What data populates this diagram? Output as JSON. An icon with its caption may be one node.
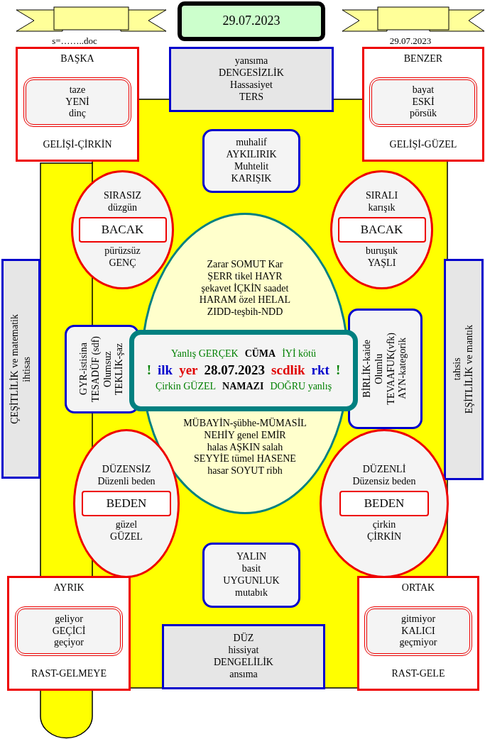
{
  "diagram": {
    "nodes": [
      {
        "text": [
          "29.07.2023"
        ]
      },
      {
        "text": [
          "BAŞKA",
          "GELİŞİ-ÇİRKİN"
        ]
      },
      {
        "text": [
          "taze",
          "YENİ",
          "dinç"
        ],
        "in": 1
      },
      {
        "text": [
          "yansıma",
          "DENGESİZLİK",
          "Hassasiyet",
          "TERS"
        ]
      },
      {
        "text": [
          "BENZER",
          "GELİŞİ-GÜZEL"
        ]
      },
      {
        "text": [
          "bayat",
          "ESKİ",
          "pörsük"
        ],
        "in": 4
      },
      {
        "text": [
          "muhalif",
          "AYKILIRIK",
          "Muhtelit",
          "KARIŞIK"
        ]
      },
      {
        "text": [
          "SIRASIZ",
          "düzgün",
          "pürüzsüz",
          "GENÇ"
        ]
      },
      {
        "text": [
          "BACAK"
        ],
        "in": 7
      },
      {
        "text": [
          "SIRALI",
          "karışık",
          "buruşuk",
          "YAŞLI"
        ]
      },
      {
        "text": [
          "BACAK"
        ],
        "in": 9
      },
      {
        "text": [
          "ÇEŞİTLİLİK ve matematik",
          "ihtisas"
        ]
      },
      {
        "text": [
          "Zarar SOMUT Kar",
          "ŞERR tikel HAYR",
          "şekavet İÇKİN saadet",
          "HARAM özel HELAL",
          "ZIDD-teşbih-NDD",
          "MÜBAYİN-şübhe-MÜMASİL",
          "NEHİY genel EMİR",
          "halas AŞKIN salah",
          "SEYYİE tümel HASENE",
          "hasar SOYUT ribh"
        ]
      },
      {
        "text": [
          "GYR-istisina",
          "TESADÜF (sdf)",
          "Olumsuz",
          "TEKLİK-şaz"
        ]
      },
      {
        "text": [
          "Yanlış GERÇEK",
          "CÜMA",
          "İYİ kötü",
          "!",
          "ilk",
          "yer",
          "28.07.2023",
          "scdlik",
          "rkt",
          "!",
          "Çirkin GÜZEL",
          "NAMAZI",
          "DOĞRU yanlış"
        ]
      },
      {
        "text": [
          "BİRLİK-kaide",
          "Olumlu",
          "TEVAAFUK(vfk)",
          "AYN-kategorik"
        ]
      },
      {
        "text": [
          "tahsis",
          "EŞİTLİLİK ve mantık"
        ]
      },
      {
        "text": [
          "DÜZENSİZ",
          "Düzenli beden",
          "güzel",
          "GÜZEL"
        ]
      },
      {
        "text": [
          "BEDEN"
        ],
        "in": 17
      },
      {
        "text": [
          "DÜZENLİ",
          "Düzensiz beden",
          "çirkin",
          "ÇİRKİN"
        ]
      },
      {
        "text": [
          "BEDEN"
        ],
        "in": 19
      },
      {
        "text": [
          "YALIN",
          "basit",
          "UYGUNLUK",
          "mutabık"
        ]
      },
      {
        "text": [
          "AYRIK",
          "RAST-GELMEYE"
        ]
      },
      {
        "text": [
          "geliyor",
          "GEÇİCİ",
          "geçiyor"
        ],
        "in": 22
      },
      {
        "text": [
          "ORTAK",
          "RAST-GELE"
        ]
      },
      {
        "text": [
          "gitmiyor",
          "KALICI",
          "geçmiyor"
        ],
        "in": 24
      },
      {
        "text": [
          "DÜZ",
          "hissiyat",
          "DENGELİLİK",
          "ansıma"
        ]
      }
    ],
    "labels": [
      "s=……..doc",
      "29.07.2023"
    ]
  }
}
